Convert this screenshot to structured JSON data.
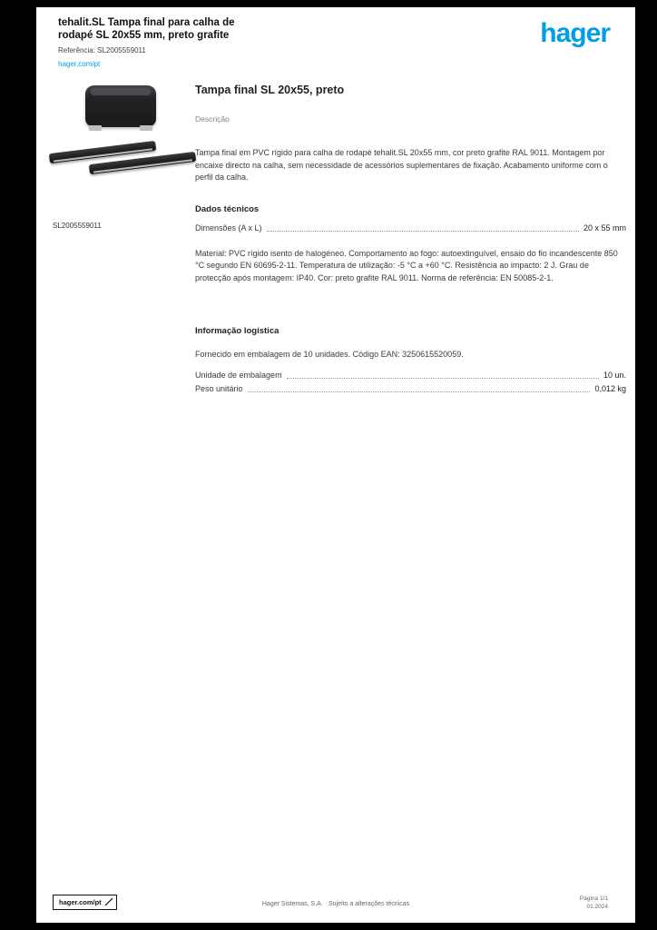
{
  "header": {
    "title_line1": "tehalit.SL Tampa final para calha de",
    "title_line2": "rodapé SL 20x55 mm, preto grafite",
    "reference": "Referência: SL2005559011",
    "link": "hager.com/pt",
    "logo": "hager"
  },
  "product": {
    "image_caption": "SL2005559011",
    "title": "Tampa final SL 20x55, preto",
    "sections": {
      "description": {
        "label": "Descrição",
        "text": "Tampa final em PVC rígido para calha de rodapé tehalit.SL 20x55 mm, cor preto grafite RAL 9011. Montagem por encaixe directo na calha, sem necessidade de acessórios suplementares de fixação. Acabamento uniforme com o perfil da calha."
      },
      "technical": {
        "heading": "Dados técnicos",
        "rows": [
          {
            "label": "Dimensões (A x L)",
            "value": "20 x 55 mm"
          }
        ],
        "text": "Material: PVC rígido isento de halogéneo. Comportamento ao fogo: autoextinguível, ensaio do fio incandescente 850 °C segundo EN 60695-2-11. Temperatura de utilização: -5 °C a +60 °C. Resistência ao impacto: 2 J. Grau de protecção após montagem: IP40. Cor: preto grafite RAL 9011. Norma de referência: EN 50085-2-1."
      },
      "logistics": {
        "heading": "Informação logística",
        "text": "Fornecido em embalagem de 10 unidades. Código EAN: 3250615520059.",
        "rows": [
          {
            "label": "Unidade de embalagem",
            "value": "10 un."
          },
          {
            "label": "Peso unitário",
            "value": "0,012 kg"
          }
        ]
      }
    }
  },
  "footer": {
    "site": "hager.com/pt",
    "center": "Hager Sistemas, S.A. · Sujeito a alterações técnicas",
    "page": "Página 1/1",
    "date": "01.2024"
  }
}
